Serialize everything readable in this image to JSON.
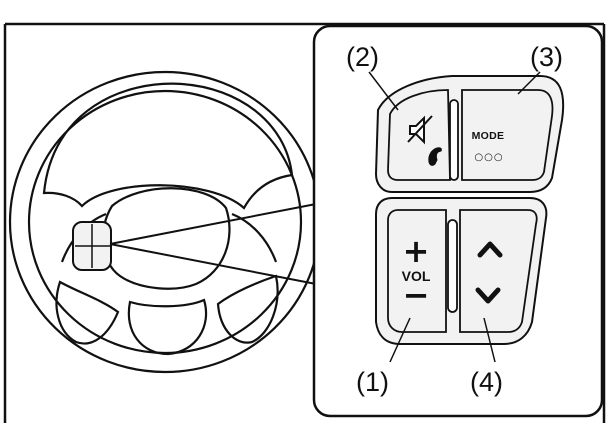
{
  "callouts": {
    "c1": "(1)",
    "c2": "(2)",
    "c3": "(3)",
    "c4": "(4)"
  },
  "buttons": {
    "mute_icon": "speaker-mute-icon",
    "phone_icon": "phone-handset-icon",
    "mode_label": "MODE",
    "mode_dots": "○○○",
    "vol_plus": "+",
    "vol_label": "VOL",
    "vol_minus": "−",
    "seek_up_icon": "chevron-up-icon",
    "seek_down_icon": "chevron-down-icon"
  },
  "colors": {
    "ink": "#111111",
    "button_fill": "#f2f2f2",
    "background": "#ffffff"
  }
}
